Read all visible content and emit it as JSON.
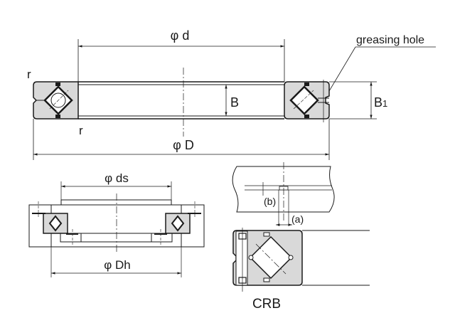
{
  "labels": {
    "inner_diameter": "φ d",
    "outer_diameter": "φ D",
    "width_b": "B",
    "width_b1": "B",
    "width_b1_sub": "1",
    "radius_top": "r",
    "radius_bottom": "r",
    "greasing_hole": "greasing hole",
    "shaft_diameter": "φ ds",
    "housing_diameter": "φ Dh",
    "dim_a": "(a)",
    "dim_b": "(b)",
    "model": "CRB"
  },
  "colors": {
    "section_fill": "#d9d9d9",
    "line": "#1a1a1a"
  }
}
